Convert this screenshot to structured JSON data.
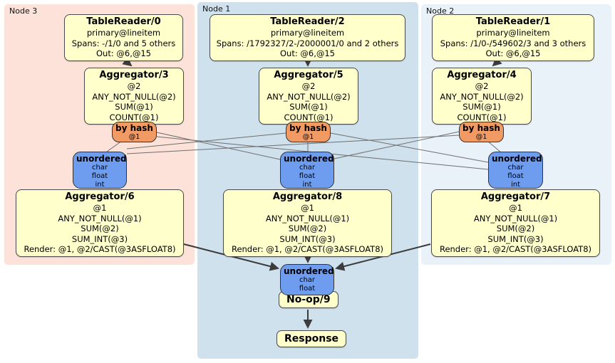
{
  "diagram_title": "distributed SQL plan",
  "nodes": [
    {
      "label": "Node 3",
      "table_reader": {
        "title": "TableReader/0",
        "lines": [
          "primary@lineitem",
          "Spans: -/1/0 and 5 others",
          "Out: @6,@15"
        ]
      },
      "aggregator_top": {
        "title": "Aggregator/3",
        "lines": [
          "@2",
          "ANY_NOT_NULL(@2)",
          "SUM(@1)",
          "COUNT(@1)"
        ]
      },
      "router": {
        "title": "by hash",
        "detail": "@1"
      },
      "sync": {
        "title": "unordered",
        "lines": [
          "char",
          "float",
          "int"
        ]
      },
      "aggregator_bottom": {
        "title": "Aggregator/6",
        "lines": [
          "@1",
          "ANY_NOT_NULL(@1)",
          "SUM(@2)",
          "SUM_INT(@3)",
          "Render: @1, @2/CAST(@3ASFLOAT8)"
        ]
      }
    },
    {
      "label": "Node 1",
      "table_reader": {
        "title": "TableReader/2",
        "lines": [
          "primary@lineitem",
          "Spans: /1792327/2-/2000001/0 and 2 others",
          "Out: @6,@15"
        ]
      },
      "aggregator_top": {
        "title": "Aggregator/5",
        "lines": [
          "@2",
          "ANY_NOT_NULL(@2)",
          "SUM(@1)",
          "COUNT(@1)"
        ]
      },
      "router": {
        "title": "by hash",
        "detail": "@1"
      },
      "sync": {
        "title": "unordered",
        "lines": [
          "char",
          "float",
          "int"
        ]
      },
      "aggregator_bottom": {
        "title": "Aggregator/8",
        "lines": [
          "@1",
          "ANY_NOT_NULL(@1)",
          "SUM(@2)",
          "SUM_INT(@3)",
          "Render: @1, @2/CAST(@3ASFLOAT8)"
        ]
      }
    },
    {
      "label": "Node 2",
      "table_reader": {
        "title": "TableReader/1",
        "lines": [
          "primary@lineitem",
          "Spans: /1/0-/549602/3 and 3 others",
          "Out: @6,@15"
        ]
      },
      "aggregator_top": {
        "title": "Aggregator/4",
        "lines": [
          "@2",
          "ANY_NOT_NULL(@2)",
          "SUM(@1)",
          "COUNT(@1)"
        ]
      },
      "router": {
        "title": "by hash",
        "detail": "@1"
      },
      "sync": {
        "title": "unordered",
        "lines": [
          "char",
          "float",
          "int"
        ]
      },
      "aggregator_bottom": {
        "title": "Aggregator/7",
        "lines": [
          "@1",
          "ANY_NOT_NULL(@1)",
          "SUM(@2)",
          "SUM_INT(@3)",
          "Render: @1, @2/CAST(@3ASFLOAT8)"
        ]
      }
    }
  ],
  "final_stage": {
    "sync": {
      "title": "unordered",
      "lines": [
        "char",
        "float"
      ]
    },
    "noop_label": "No-op/9",
    "response_label": "Response"
  },
  "colors": {
    "processor_fill": "#ffffcc",
    "router_fill": "#f29a63",
    "sync_fill": "#6e9df0",
    "node3_bg": "#fce2d8",
    "node1_bg": "#cfe1ed",
    "node2_bg": "#e9f1f9",
    "edge_thin": "#6e6e6e",
    "edge_thick": "#3c3c3c"
  }
}
